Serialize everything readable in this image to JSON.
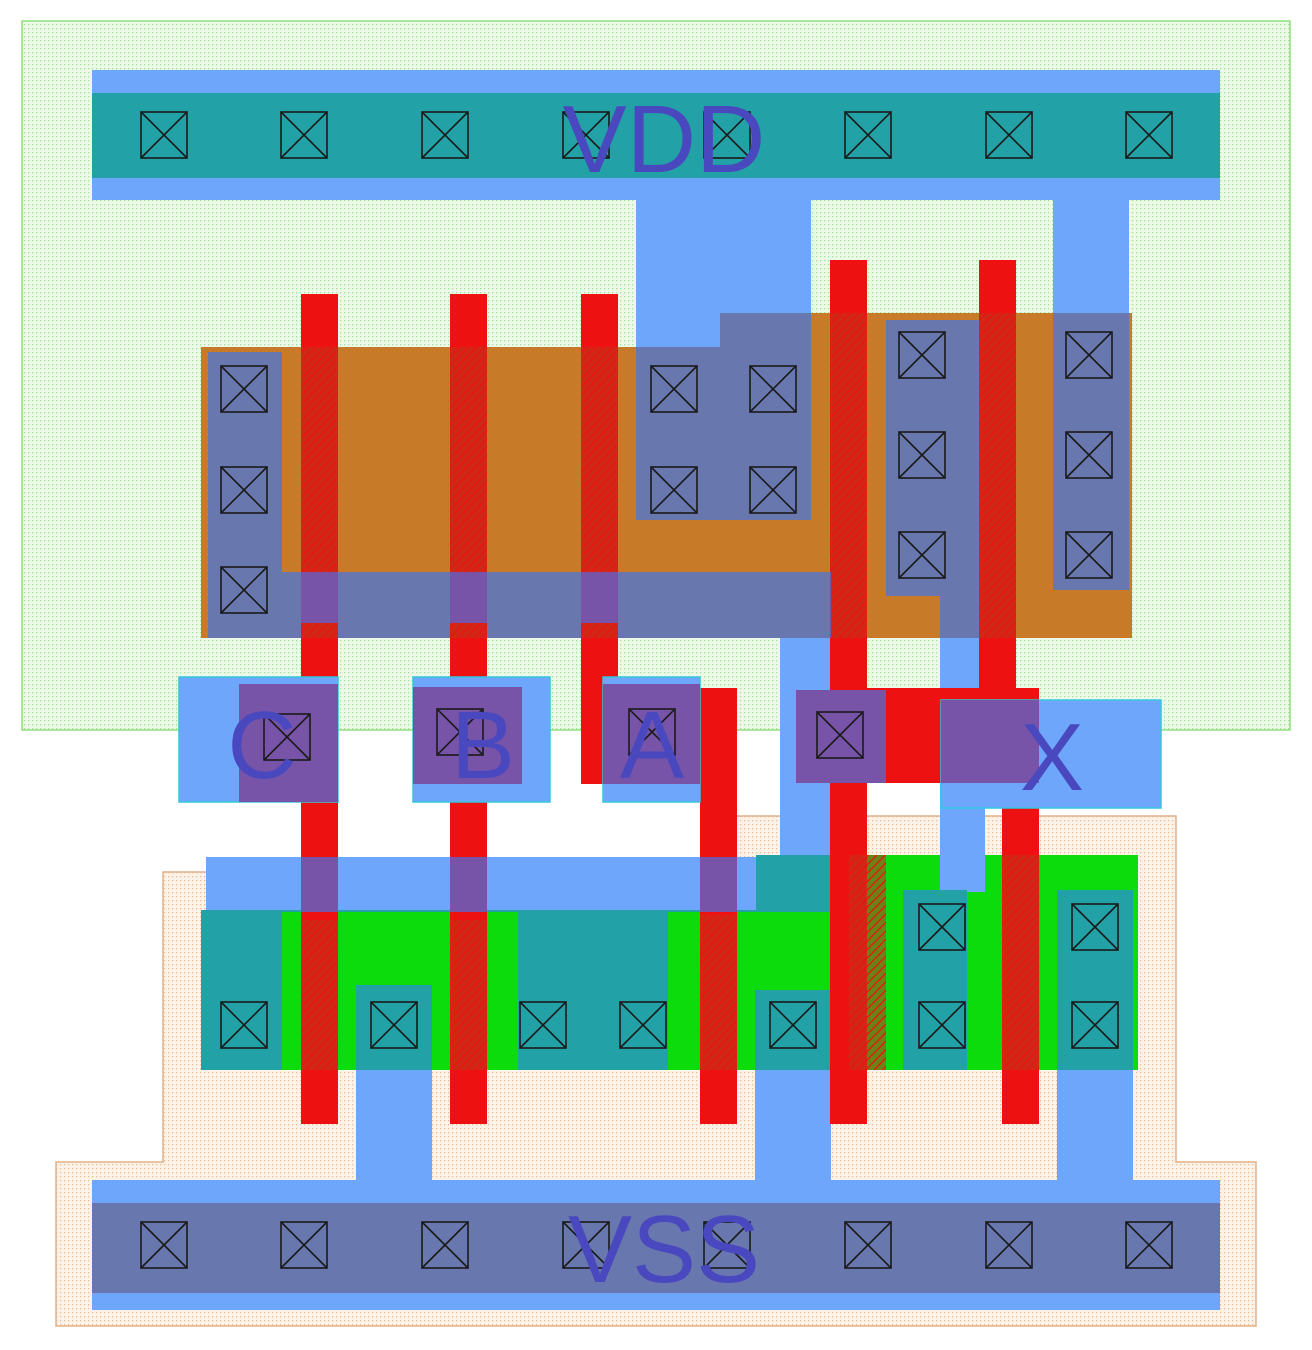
{
  "cell": {
    "power_rail": "VDD",
    "ground_rail": "VSS",
    "pins": {
      "in_c": "C",
      "in_b": "B",
      "in_a": "A",
      "out_x": "X"
    }
  },
  "colors": {
    "nwell": "#dff5dc",
    "pwell": "#fbf0e4",
    "pdiff": "#c77a28",
    "ndiff": "#0cdc0c",
    "poly": "#ee1111",
    "metal1": "#6ea6fb",
    "metal1_overlap_pdiff": "#6878ae",
    "metal1_overlap_ndiff": "#22a2a6",
    "metal1_overlap_poly": "#7854a8",
    "contact_stroke": "#1a1a1a",
    "label": "#4a48bf"
  }
}
